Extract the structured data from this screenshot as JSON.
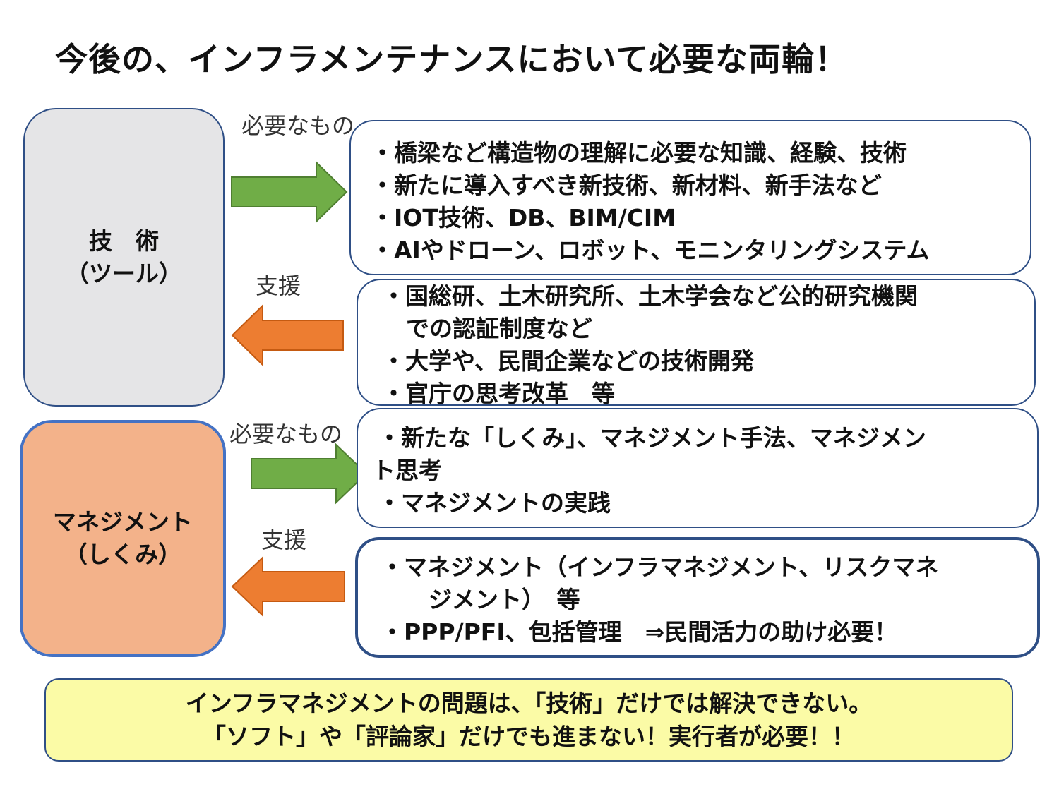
{
  "title": "今後の、インフラメンテナンスにおいて必要な両輪！",
  "colors": {
    "tool_box_fill": "#e5e5e7",
    "mgmt_box_fill": "#f3b28a",
    "border_blue": "#2f4f86",
    "mgmt_border": "#4472c4",
    "arrow_green": "#70ad47",
    "arrow_orange": "#ed7d31",
    "bottom_fill": "#fbfba6"
  },
  "left": {
    "tool": {
      "line1": "技　術",
      "line2": "（ツール）"
    },
    "mgmt": {
      "line1": "マネジメント",
      "line2": "（しくみ）"
    }
  },
  "labels": {
    "need1": "必要なもの",
    "support1": "支援",
    "need2": "必要なもの",
    "support2": "支援"
  },
  "boxes": {
    "tool_needs": [
      "・橋梁など構造物の理解に必要な知識、経験、技術",
      "・新たに導入すべき新技術、新材料、新手法など",
      "・IOT技術、DB、BIM/CIM",
      "・AIやドローン、ロボット、モニンタリングシステム"
    ],
    "tool_support": [
      "・国総研、土木研究所、土木学会など公的研究機関",
      "での認証制度など",
      "・大学や、民間企業などの技術開発",
      "・官庁の思考改革　等"
    ],
    "mgmt_needs": [
      "・新たな「しくみ」、マネジメント手法、マネジメン",
      "ト思考",
      "・マネジメントの実践"
    ],
    "mgmt_support": [
      "・マネジメント（インフラマネジメント、リスクマネ",
      "ジメント）　等",
      "・PPP/PFI、包括管理　⇒民間活力の助け必要！"
    ]
  },
  "bottom": {
    "line1": "インフラマネジメントの問題は、「技術」だけでは解決できない。",
    "line2": "「ソフト」や「評論家」だけでも進まない！実行者が必要！！"
  }
}
